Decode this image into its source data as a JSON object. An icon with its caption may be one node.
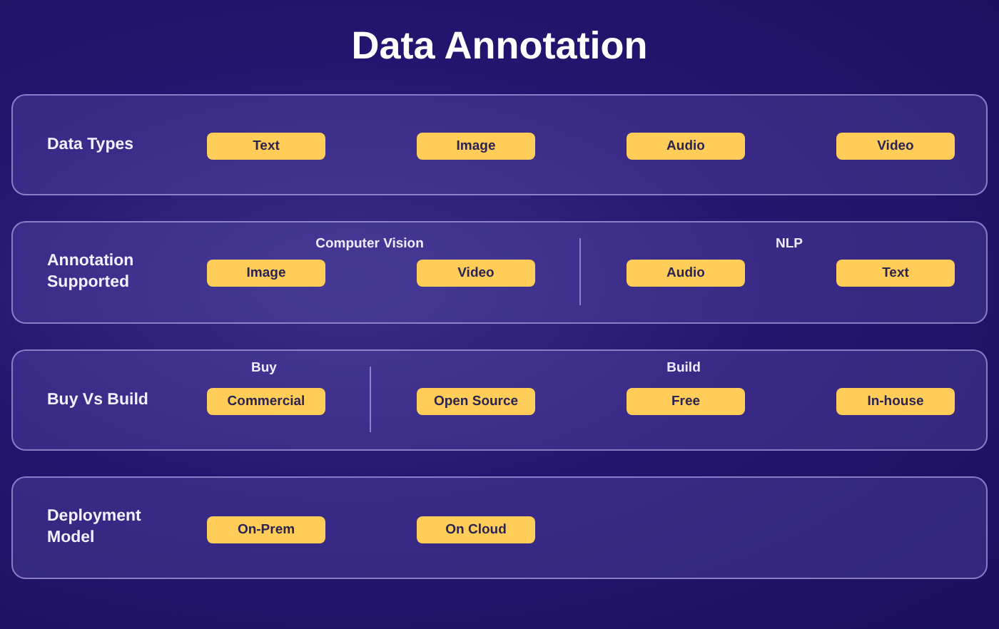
{
  "diagram": {
    "title": "Data Annotation",
    "nodes": [
      {
        "text": [
          "Data Types"
        ]
      },
      {
        "text": [
          "Text"
        ],
        "in": 0
      },
      {
        "text": [
          "Image"
        ],
        "in": 0
      },
      {
        "text": [
          "Audio"
        ],
        "in": 0
      },
      {
        "text": [
          "Video"
        ],
        "in": 0
      },
      {
        "text": [
          "Annotation Supported"
        ]
      },
      {
        "text": [
          "Image"
        ],
        "in": 5
      },
      {
        "text": [
          "Video"
        ],
        "in": 5
      },
      {
        "text": [
          "Audio"
        ],
        "in": 5
      },
      {
        "text": [
          "Text"
        ],
        "in": 5
      },
      {
        "text": [
          "Buy Vs Build"
        ]
      },
      {
        "text": [
          "Commercial"
        ],
        "in": 10
      },
      {
        "text": [
          "Open Source"
        ],
        "in": 10
      },
      {
        "text": [
          "Free"
        ],
        "in": 10
      },
      {
        "text": [
          "In-house"
        ],
        "in": 10
      },
      {
        "text": [
          "Deployment Model"
        ]
      },
      {
        "text": [
          "On-Prem"
        ],
        "in": 15
      },
      {
        "text": [
          "On Cloud"
        ],
        "in": 15
      }
    ],
    "labels": [
      "Computer Vision",
      "NLP",
      "Buy",
      "Build"
    ]
  }
}
